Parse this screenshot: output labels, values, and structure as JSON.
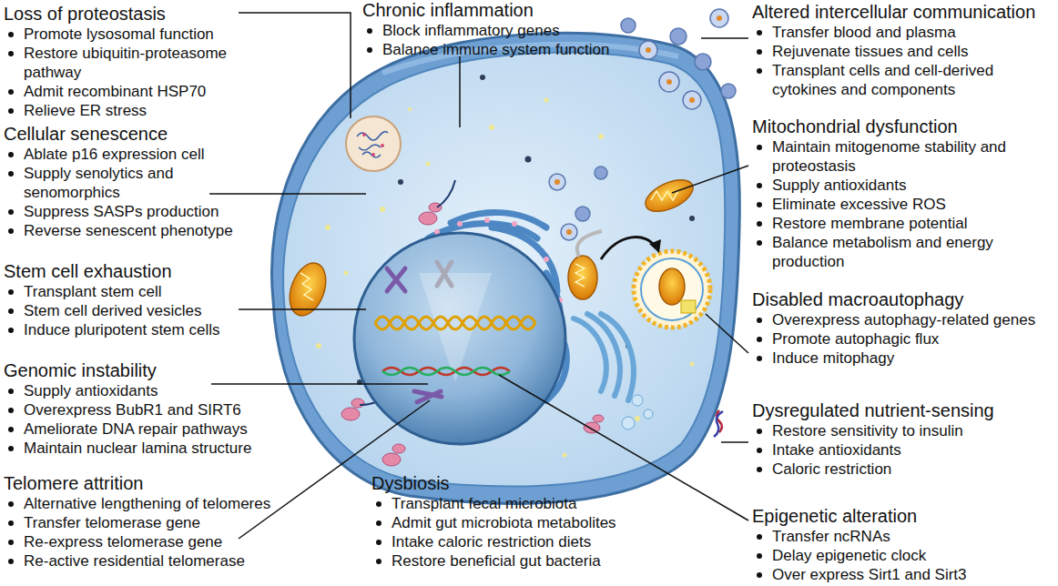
{
  "diagram": {
    "nodes": [
      {
        "text": [
          "Loss of proteostasis",
          "Promote lysosomal function",
          "Restore ubiquitin-proteasome pathway",
          "Admit recombinant HSP70",
          "Relieve ER stress"
        ]
      },
      {
        "text": [
          "Chronic inflammation",
          "Block inflammatory genes",
          "Balance immune system function"
        ]
      },
      {
        "text": [
          "Altered intercellular communication",
          "Transfer blood and plasma",
          "Rejuvenate tissues and cells",
          "Transplant cells and cell-derived cytokines and components"
        ]
      },
      {
        "text": [
          "Cellular senescence",
          "Ablate p16 expression cell",
          "Supply senolytics and senomorphics",
          "Suppress SASPs production",
          "Reverse senescent phenotype"
        ]
      },
      {
        "text": [
          "Mitochondrial dysfunction",
          "Maintain mitogenome stability and proteostasis",
          "Supply antioxidants",
          "Eliminate excessive ROS",
          "Restore membrane potential",
          "Balance metabolism and energy production"
        ]
      },
      {
        "text": [
          "Stem cell exhaustion",
          "Transplant stem cell",
          "Stem cell derived vesicles",
          "Induce pluripotent stem cells"
        ]
      },
      {
        "text": [
          "Disabled macroautophagy",
          "Overexpress autophagy-related genes",
          "Promote autophagic flux",
          "Induce mitophagy"
        ]
      },
      {
        "text": [
          "Genomic instability",
          "Supply antioxidants",
          "Overexpress BubR1 and SIRT6",
          "Ameliorate DNA repair pathways",
          "Maintain nuclear lamina structure"
        ]
      },
      {
        "text": [
          "Dysregulated nutrient-sensing",
          "Restore sensitivity to insulin",
          "Intake antioxidants",
          "Caloric restriction"
        ]
      },
      {
        "text": [
          "Telomere attrition",
          "Alternative lengthening of telomeres",
          "Transfer telomerase gene",
          "Re-express telomerase gene",
          "Re-active residential telomerase"
        ]
      },
      {
        "text": [
          "Dysbiosis",
          "Transplant fecal microbiota",
          "Admit gut microbiota metabolites",
          "Intake caloric restriction diets",
          "Restore beneficial gut bacteria"
        ]
      },
      {
        "text": [
          "Epigenetic alteration",
          "Transfer ncRNAs",
          "Delay epigenetic clock",
          "Over express Sirt1 and Sirt3"
        ]
      }
    ]
  }
}
